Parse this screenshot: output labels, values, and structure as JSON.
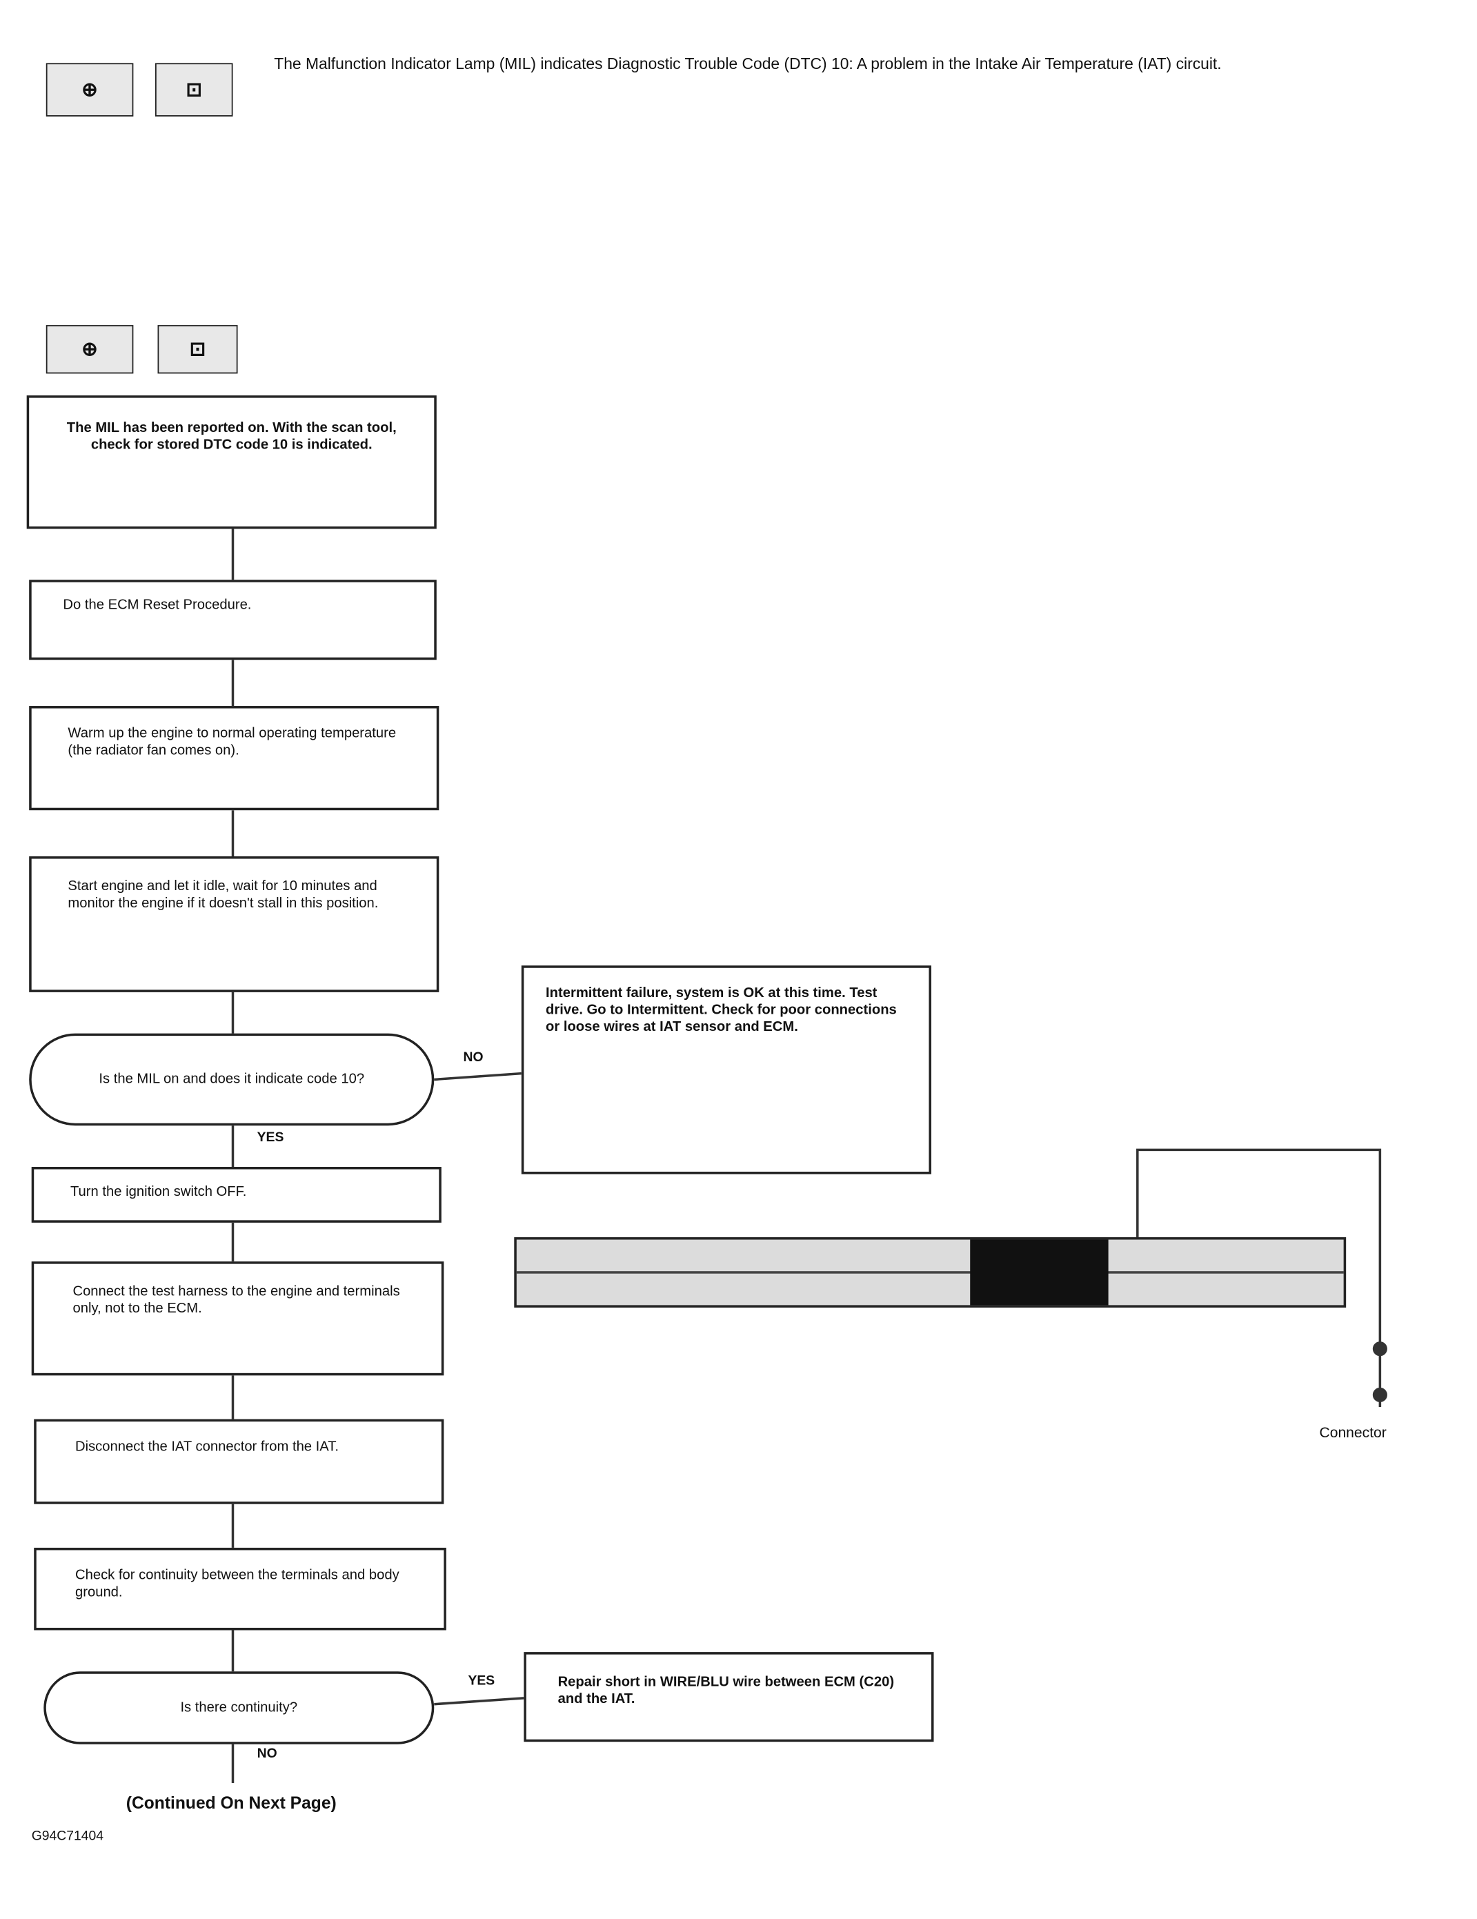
{
  "header": {
    "icon_left": "⊕",
    "icon_right": "⊡",
    "title": "The Malfunction Indicator Lamp (MIL) indicates Diagnostic Trouble Code (DTC) 10: A problem in the Intake Air Temperature (IAT) circuit."
  },
  "flow": {
    "icon_left": "⊕",
    "icon_right": "⊡",
    "steps": [
      "The MIL has been reported on. With the scan tool, check for stored DTC code 10 is indicated.",
      "Do the ECM Reset Procedure.",
      "Warm up the engine to normal operating temperature (the radiator fan comes on).",
      "Start engine and let it idle, wait for 10 minutes and monitor the engine if it doesn't stall in this position.",
      "Is the MIL on and does it indicate code 10?",
      "Turn the ignition switch OFF.",
      "Connect the test harness to the engine and terminals only, not to the ECM.",
      "Disconnect the IAT connector from the IAT.",
      "Check for continuity between the terminals and body ground.",
      "Is there continuity?"
    ],
    "labels": {
      "no1": "NO",
      "yes1": "YES",
      "yes2": "YES",
      "no2": "NO"
    },
    "notes": [
      "Intermittent failure, system is OK at this time. Test drive. Go to Intermittent. Check for poor connections or loose wires at IAT sensor and ECM.",
      "Repair short in WIRE/BLU wire between ECM (C20) and the IAT."
    ],
    "continued": "(Continued On Next Page)",
    "figure_id": "G94C71404"
  },
  "connector": {
    "ground_label": "Connector"
  }
}
